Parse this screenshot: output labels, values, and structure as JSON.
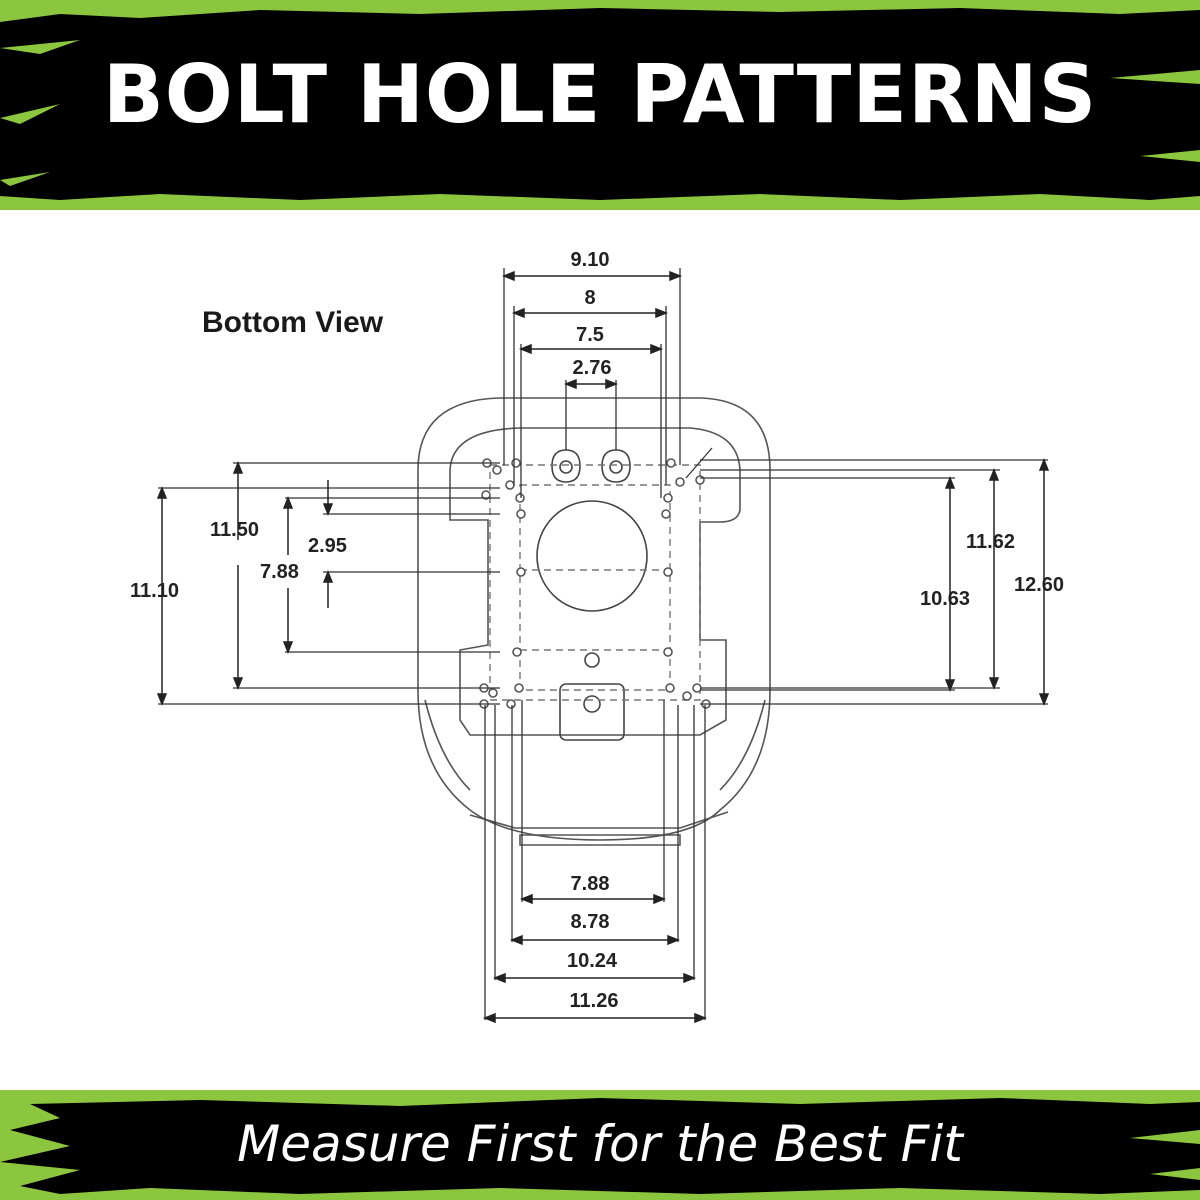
{
  "header": {
    "title": "BOLT HOLE PATTERNS",
    "background_color": "#000000",
    "accent_color": "#8cc63f"
  },
  "footer": {
    "tagline": "Measure First for the Best Fit",
    "background_color": "#000000",
    "accent_color": "#8cc63f"
  },
  "diagram": {
    "view_label": "Bottom View",
    "top_dimensions": [
      "9.10",
      "8",
      "7.5",
      "2.76"
    ],
    "bottom_dimensions": [
      "7.88",
      "8.78",
      "10.24",
      "11.26"
    ],
    "left_dimensions": [
      "11.50",
      "2.95",
      "7.88",
      "11.10"
    ],
    "right_dimensions": [
      "11.62",
      "10.63",
      "12.60"
    ]
  }
}
